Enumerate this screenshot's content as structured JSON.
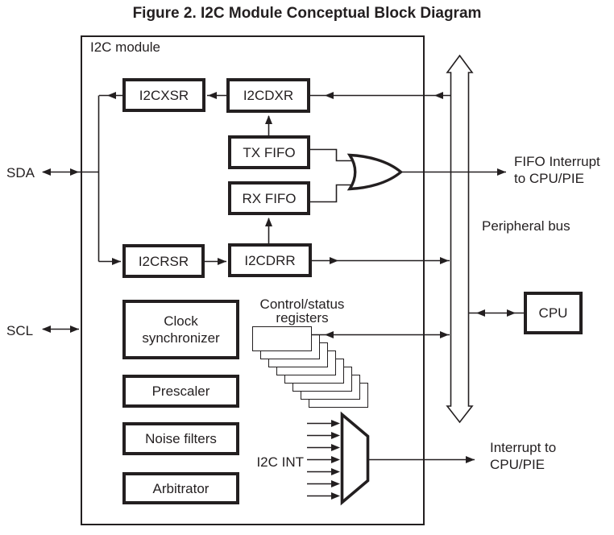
{
  "figure": {
    "title": "Figure 2. I2C Module Conceptual Block Diagram"
  },
  "module": {
    "label": "I2C module",
    "blocks": {
      "i2cxsr": "I2CXSR",
      "i2cdxr": "I2CDXR",
      "tx_fifo": "TX FIFO",
      "rx_fifo": "RX FIFO",
      "i2crsr": "I2CRSR",
      "i2cdrr": "I2CDRR",
      "clock_synchronizer": {
        "line1": "Clock",
        "line2": "synchronizer"
      },
      "prescaler": "Prescaler",
      "noise_filters": "Noise filters",
      "arbitrator": "Arbitrator"
    },
    "control_status_registers": {
      "line1": "Control/status",
      "line2": "registers",
      "stack_count": 8
    },
    "i2c_int_label": "I2C INT",
    "interrupt_input_count": 7
  },
  "external": {
    "sda_label": "SDA",
    "scl_label": "SCL",
    "fifo_interrupt": {
      "line1": "FIFO Interrupt",
      "line2": "to CPU/PIE"
    },
    "peripheral_bus_label": "Peripheral bus",
    "cpu_label": "CPU",
    "interrupt": {
      "line1": "Interrupt to",
      "line2": "CPU/PIE"
    }
  },
  "colors": {
    "ink": "#231f20",
    "background": "#ffffff"
  }
}
